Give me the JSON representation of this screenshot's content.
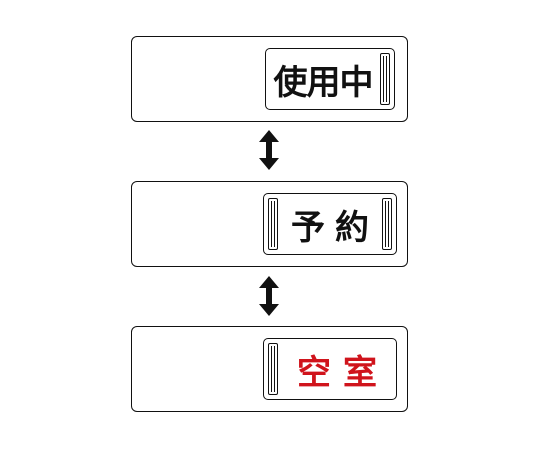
{
  "signs": [
    {
      "label": "使用中",
      "color": "#111111"
    },
    {
      "label": "予約",
      "color": "#111111"
    },
    {
      "label": "空室",
      "color": "#d0141c"
    }
  ],
  "transition_icon": "double-headed-vertical-arrow",
  "colors": {
    "outline": "#111111",
    "background": "#ffffff",
    "vacant_text": "#d0141c"
  }
}
